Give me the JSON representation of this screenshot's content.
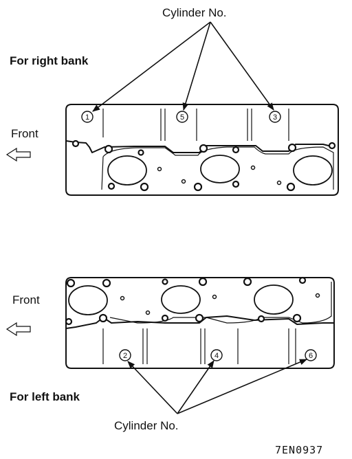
{
  "top": {
    "callout": "Cylinder No.",
    "bank_label": "For right bank",
    "front_label": "Front",
    "cylinders": [
      "1",
      "5",
      "3"
    ]
  },
  "bottom": {
    "callout": "Cylinder No.",
    "bank_label": "For left bank",
    "front_label": "Front",
    "cylinders": [
      "2",
      "4",
      "6"
    ]
  },
  "figure_code": "7EN0937"
}
